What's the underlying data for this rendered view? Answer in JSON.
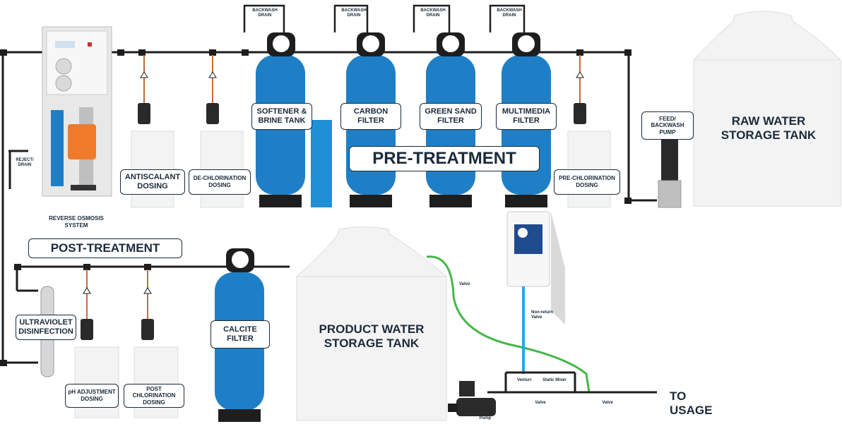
{
  "colors": {
    "pipe": "#1e1e1e",
    "vessel": "#1f7fc6",
    "vessel_dark": "#145a91",
    "tank": "#f3f3f3",
    "green_line": "#45b649",
    "blue_line": "#29a8e0",
    "brine": "#1f8fd6",
    "label_border": "#1b2a3a",
    "copper": "#c0703a",
    "orange": "#f07a2a"
  },
  "labels": {
    "pretreatment": "PRE-TREATMENT",
    "posttreatment": "POST-TREATMENT",
    "raw_tank": "RAW WATER\nSTORAGE TANK",
    "product_tank": "PRODUCT WATER\nSTORAGE TANK",
    "feed_pump": "FEED/\nBACKWASH\nPUMP",
    "softener": "SOFTENER &\nBRINE TANK",
    "carbon": "CARBON\nFILTER",
    "greensand": "GREEN SAND\nFILTER",
    "multimedia": "MULTIMEDIA\nFILTER",
    "antiscalant": "ANTISCALANT\nDOSING",
    "dechlorination": "DE-CHLORINATION\nDOSING",
    "prechlorination": "PRE-CHLORINATION\nDOSING",
    "ro_system": "REVERSE OSMOSIS\nSYSTEM",
    "reject": "REJECT/\nDRAIN",
    "uv": "ULTRAVIOLET\nDISINFECTION",
    "ph": "pH ADJUSTMENT\nDOSING",
    "postchlor": "POST CHLORINATION\nDOSING",
    "calcite": "CALCITE\nFILTER",
    "backwash_drain": "BACKWASH\nDRAIN",
    "to_usage": "TO\nUSAGE",
    "valve": "Valve",
    "non_return": "Non-return\nValve",
    "venturi": "Venturi",
    "static_mixer": "Static Mixer",
    "pump": "Pump"
  }
}
